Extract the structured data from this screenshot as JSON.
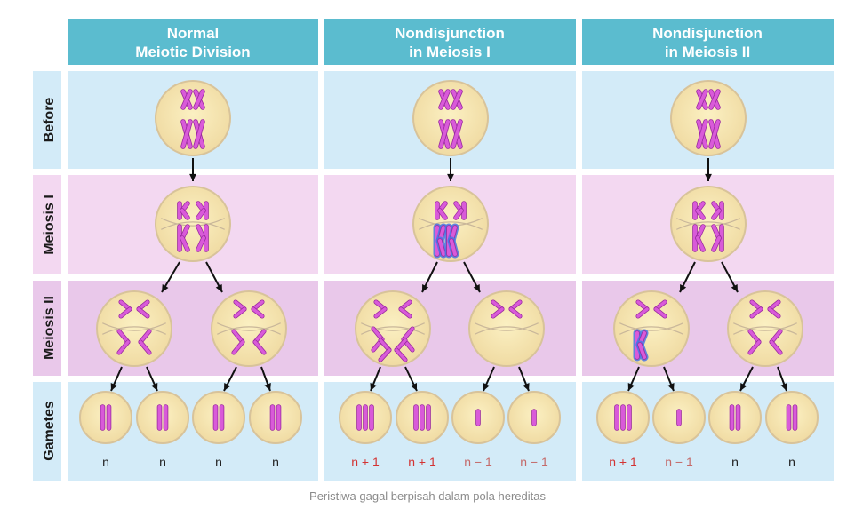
{
  "columns": [
    {
      "title_line1": "Normal",
      "title_line2": "Meiotic Division",
      "gamete_labels": [
        "n",
        "n",
        "n",
        "n"
      ]
    },
    {
      "title_line1": "Nondisjunction",
      "title_line2": "in Meiosis I",
      "gamete_labels": [
        "n + 1",
        "n + 1",
        "n − 1",
        "n − 1"
      ]
    },
    {
      "title_line1": "Nondisjunction",
      "title_line2": "in Meiosis II",
      "gamete_labels": [
        "n + 1",
        "n − 1",
        "n",
        "n"
      ]
    }
  ],
  "rows": [
    "Before",
    "Meiosis I",
    "Meiosis II",
    "Gametes"
  ],
  "caption": "Peristiwa gagal berpisah dalam pola hereditas",
  "colors": {
    "header_bg": "#5bbccf",
    "row_before_bg": "#d3ebf8",
    "row_meiosis1_bg": "#f3d8f1",
    "row_meiosis2_bg": "#e9c8ea",
    "row_gametes_bg": "#d3ebf8",
    "cell_fill": "#f7e8a8",
    "cell_stroke": "#d8c39a",
    "chromosome": "#d95ad9",
    "chromosome_outline": "#9a2a9f",
    "highlight": "#4a74e6",
    "label_red": "#d33333",
    "label_black": "#222222"
  }
}
